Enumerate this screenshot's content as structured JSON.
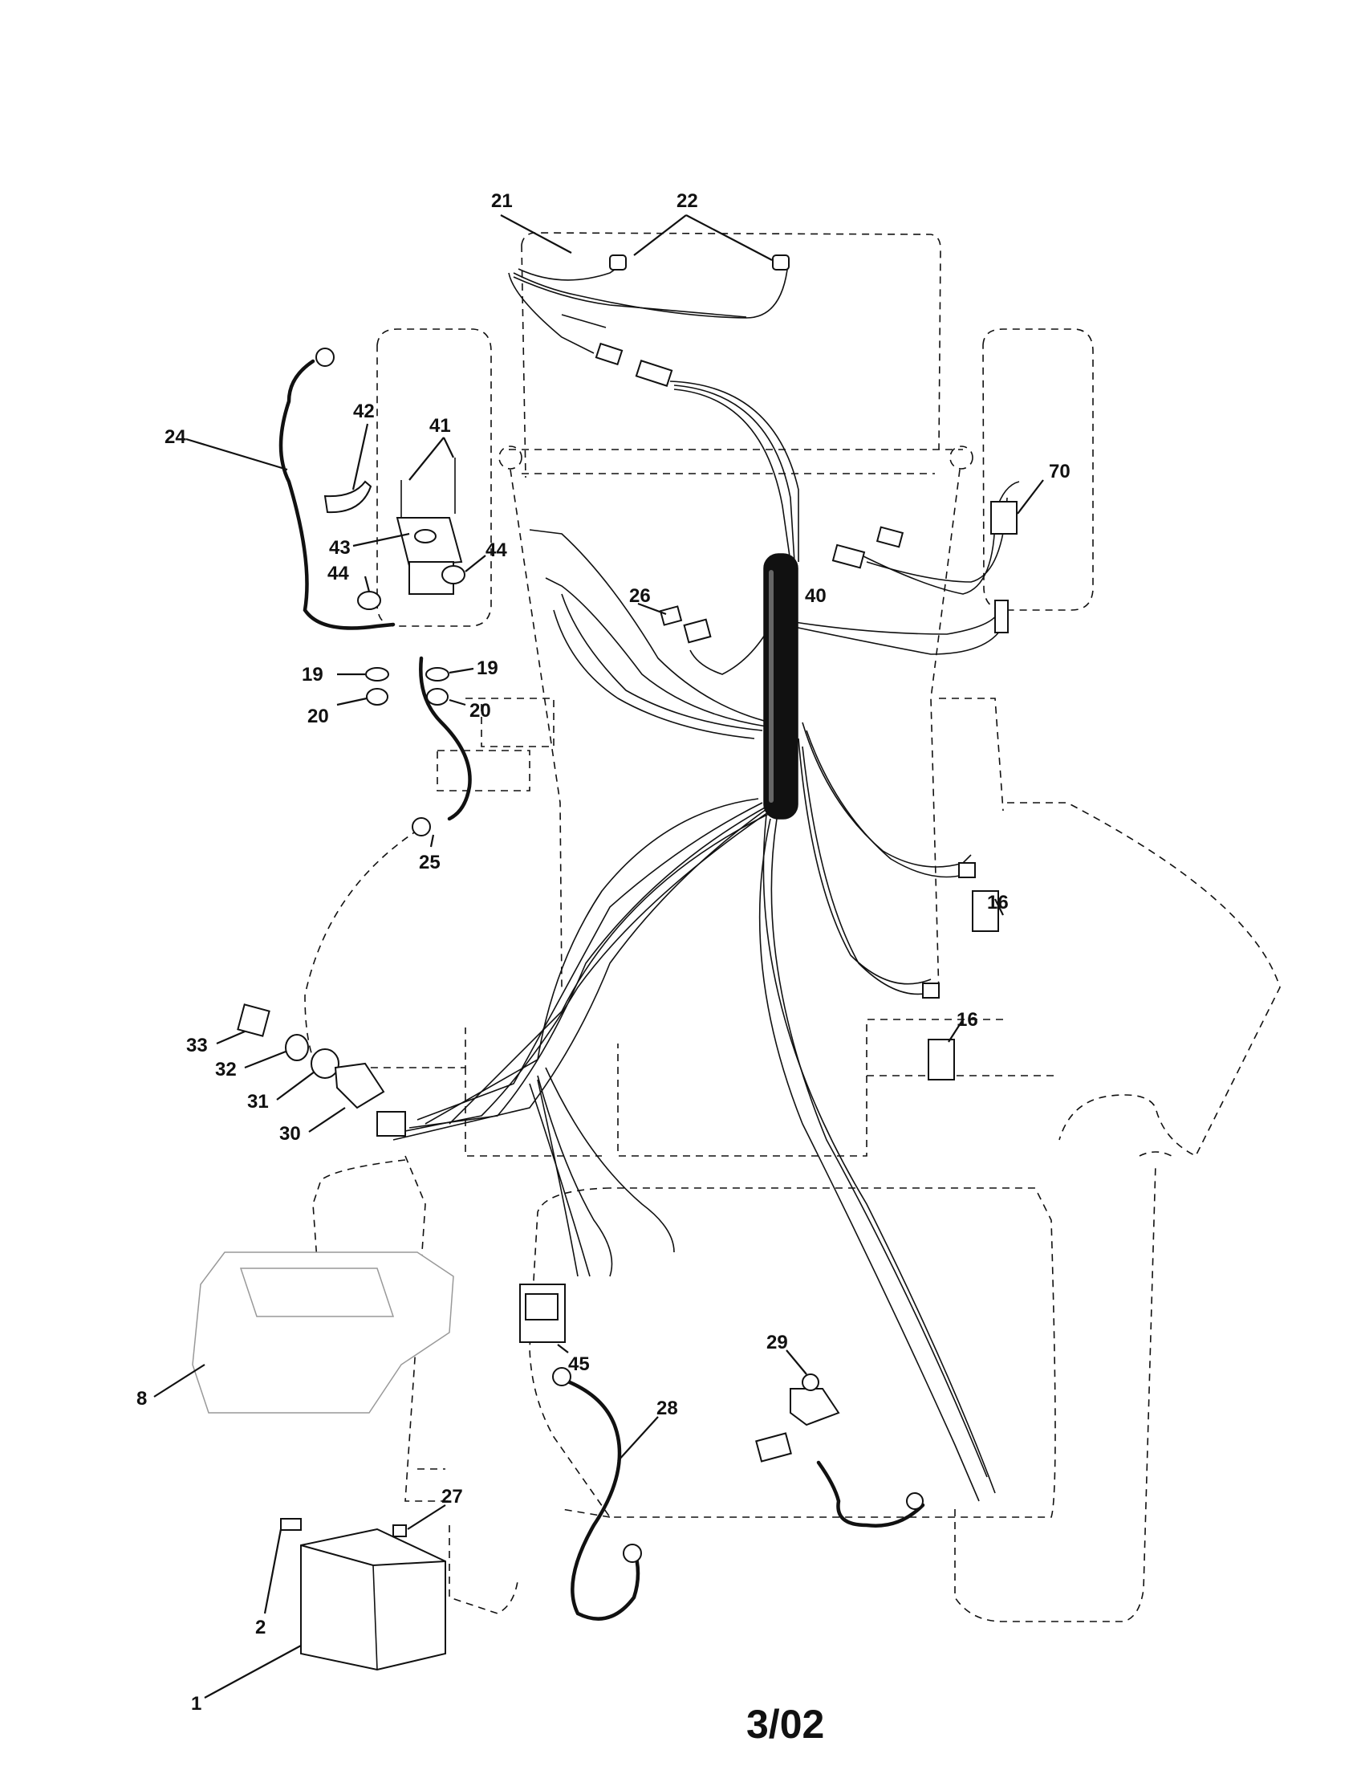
{
  "footer_code": "3/02",
  "callouts": [
    {
      "id": "c1",
      "label": "1"
    },
    {
      "id": "c2",
      "label": "2"
    },
    {
      "id": "c8",
      "label": "8"
    },
    {
      "id": "c16a",
      "label": "16"
    },
    {
      "id": "c16b",
      "label": "16"
    },
    {
      "id": "c19a",
      "label": "19"
    },
    {
      "id": "c19b",
      "label": "19"
    },
    {
      "id": "c20a",
      "label": "20"
    },
    {
      "id": "c20b",
      "label": "20"
    },
    {
      "id": "c21",
      "label": "21"
    },
    {
      "id": "c22",
      "label": "22"
    },
    {
      "id": "c24",
      "label": "24"
    },
    {
      "id": "c25",
      "label": "25"
    },
    {
      "id": "c26",
      "label": "26"
    },
    {
      "id": "c27",
      "label": "27"
    },
    {
      "id": "c28",
      "label": "28"
    },
    {
      "id": "c29",
      "label": "29"
    },
    {
      "id": "c30",
      "label": "30"
    },
    {
      "id": "c31",
      "label": "31"
    },
    {
      "id": "c32",
      "label": "32"
    },
    {
      "id": "c33",
      "label": "33"
    },
    {
      "id": "c40",
      "label": "40"
    },
    {
      "id": "c41",
      "label": "41"
    },
    {
      "id": "c42",
      "label": "42"
    },
    {
      "id": "c43",
      "label": "43"
    },
    {
      "id": "c44a",
      "label": "44"
    },
    {
      "id": "c44b",
      "label": "44"
    },
    {
      "id": "c45",
      "label": "45"
    },
    {
      "id": "c70",
      "label": "70"
    }
  ]
}
